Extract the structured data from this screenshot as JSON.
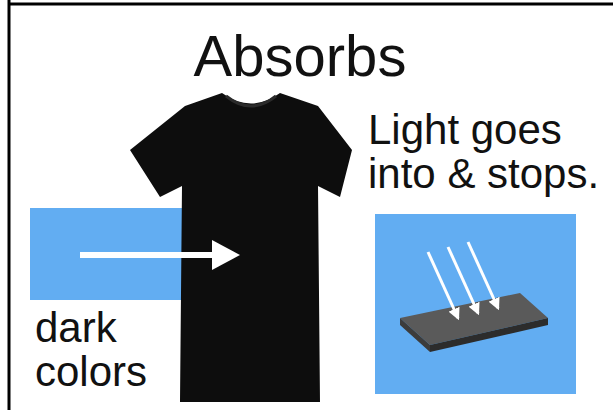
{
  "diagram": {
    "title": "Absorbs",
    "labels": [
      "Light goes into & stops.",
      "dark colors"
    ]
  }
}
